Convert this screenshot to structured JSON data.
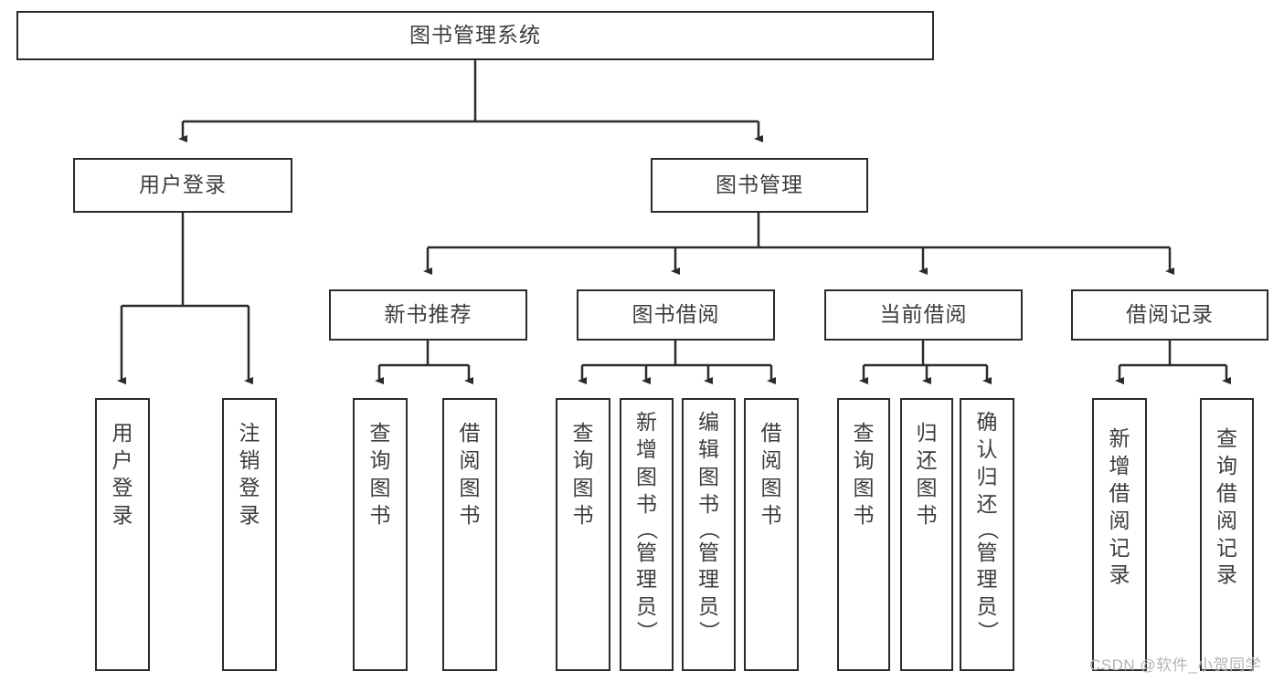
{
  "diagram": {
    "type": "hierarchy-tree",
    "title_node": {
      "label": "图书管理系统"
    },
    "level2": [
      {
        "label": "用户登录"
      },
      {
        "label": "图书管理"
      }
    ],
    "level3": [
      {
        "label": "新书推荐"
      },
      {
        "label": "图书借阅"
      },
      {
        "label": "当前借阅"
      },
      {
        "label": "借阅记录"
      }
    ],
    "leaves": {
      "user_login": [
        {
          "chars": [
            "用",
            "户",
            "登",
            "录"
          ],
          "text": "用户登录"
        },
        {
          "chars": [
            "注",
            "销",
            "登",
            "录"
          ],
          "text": "注销登录"
        }
      ],
      "new_book_recommend": [
        {
          "chars": [
            "查",
            "询",
            "图",
            "书"
          ],
          "text": "查询图书"
        },
        {
          "chars": [
            "借",
            "阅",
            "图",
            "书"
          ],
          "text": "借阅图书"
        }
      ],
      "book_borrow": [
        {
          "chars": [
            "查",
            "询",
            "图",
            "书"
          ],
          "text": "查询图书"
        },
        {
          "chars": [
            "新",
            "增",
            "图",
            "书",
            "（",
            "管",
            "理",
            "员",
            "）"
          ],
          "text": "新增图书（管理员）"
        },
        {
          "chars": [
            "编",
            "辑",
            "图",
            "书",
            "（",
            "管",
            "理",
            "员",
            "）"
          ],
          "text": "编辑图书（管理员）"
        },
        {
          "chars": [
            "借",
            "阅",
            "图",
            "书"
          ],
          "text": "借阅图书"
        }
      ],
      "current_borrow": [
        {
          "chars": [
            "查",
            "询",
            "图",
            "书"
          ],
          "text": "查询图书"
        },
        {
          "chars": [
            "归",
            "还",
            "图",
            "书"
          ],
          "text": "归还图书"
        },
        {
          "chars": [
            "确",
            "认",
            "归",
            "还",
            "（",
            "管",
            "理",
            "员",
            "）"
          ],
          "text": "确认归还（管理员）"
        }
      ],
      "borrow_record": [
        {
          "chars": [
            "新",
            "增",
            "借",
            "阅",
            "记",
            "录"
          ],
          "text": "新增借阅记录"
        },
        {
          "chars": [
            "查",
            "询",
            "借",
            "阅",
            "记",
            "录"
          ],
          "text": "查询借阅记录"
        }
      ]
    }
  },
  "watermark": {
    "text": "CSDN @软件_小贺同学"
  },
  "colors": {
    "stroke": "#2b2b2b",
    "text": "#3d3d3d",
    "background": "#ffffff",
    "watermark": "#b4b4b4"
  }
}
